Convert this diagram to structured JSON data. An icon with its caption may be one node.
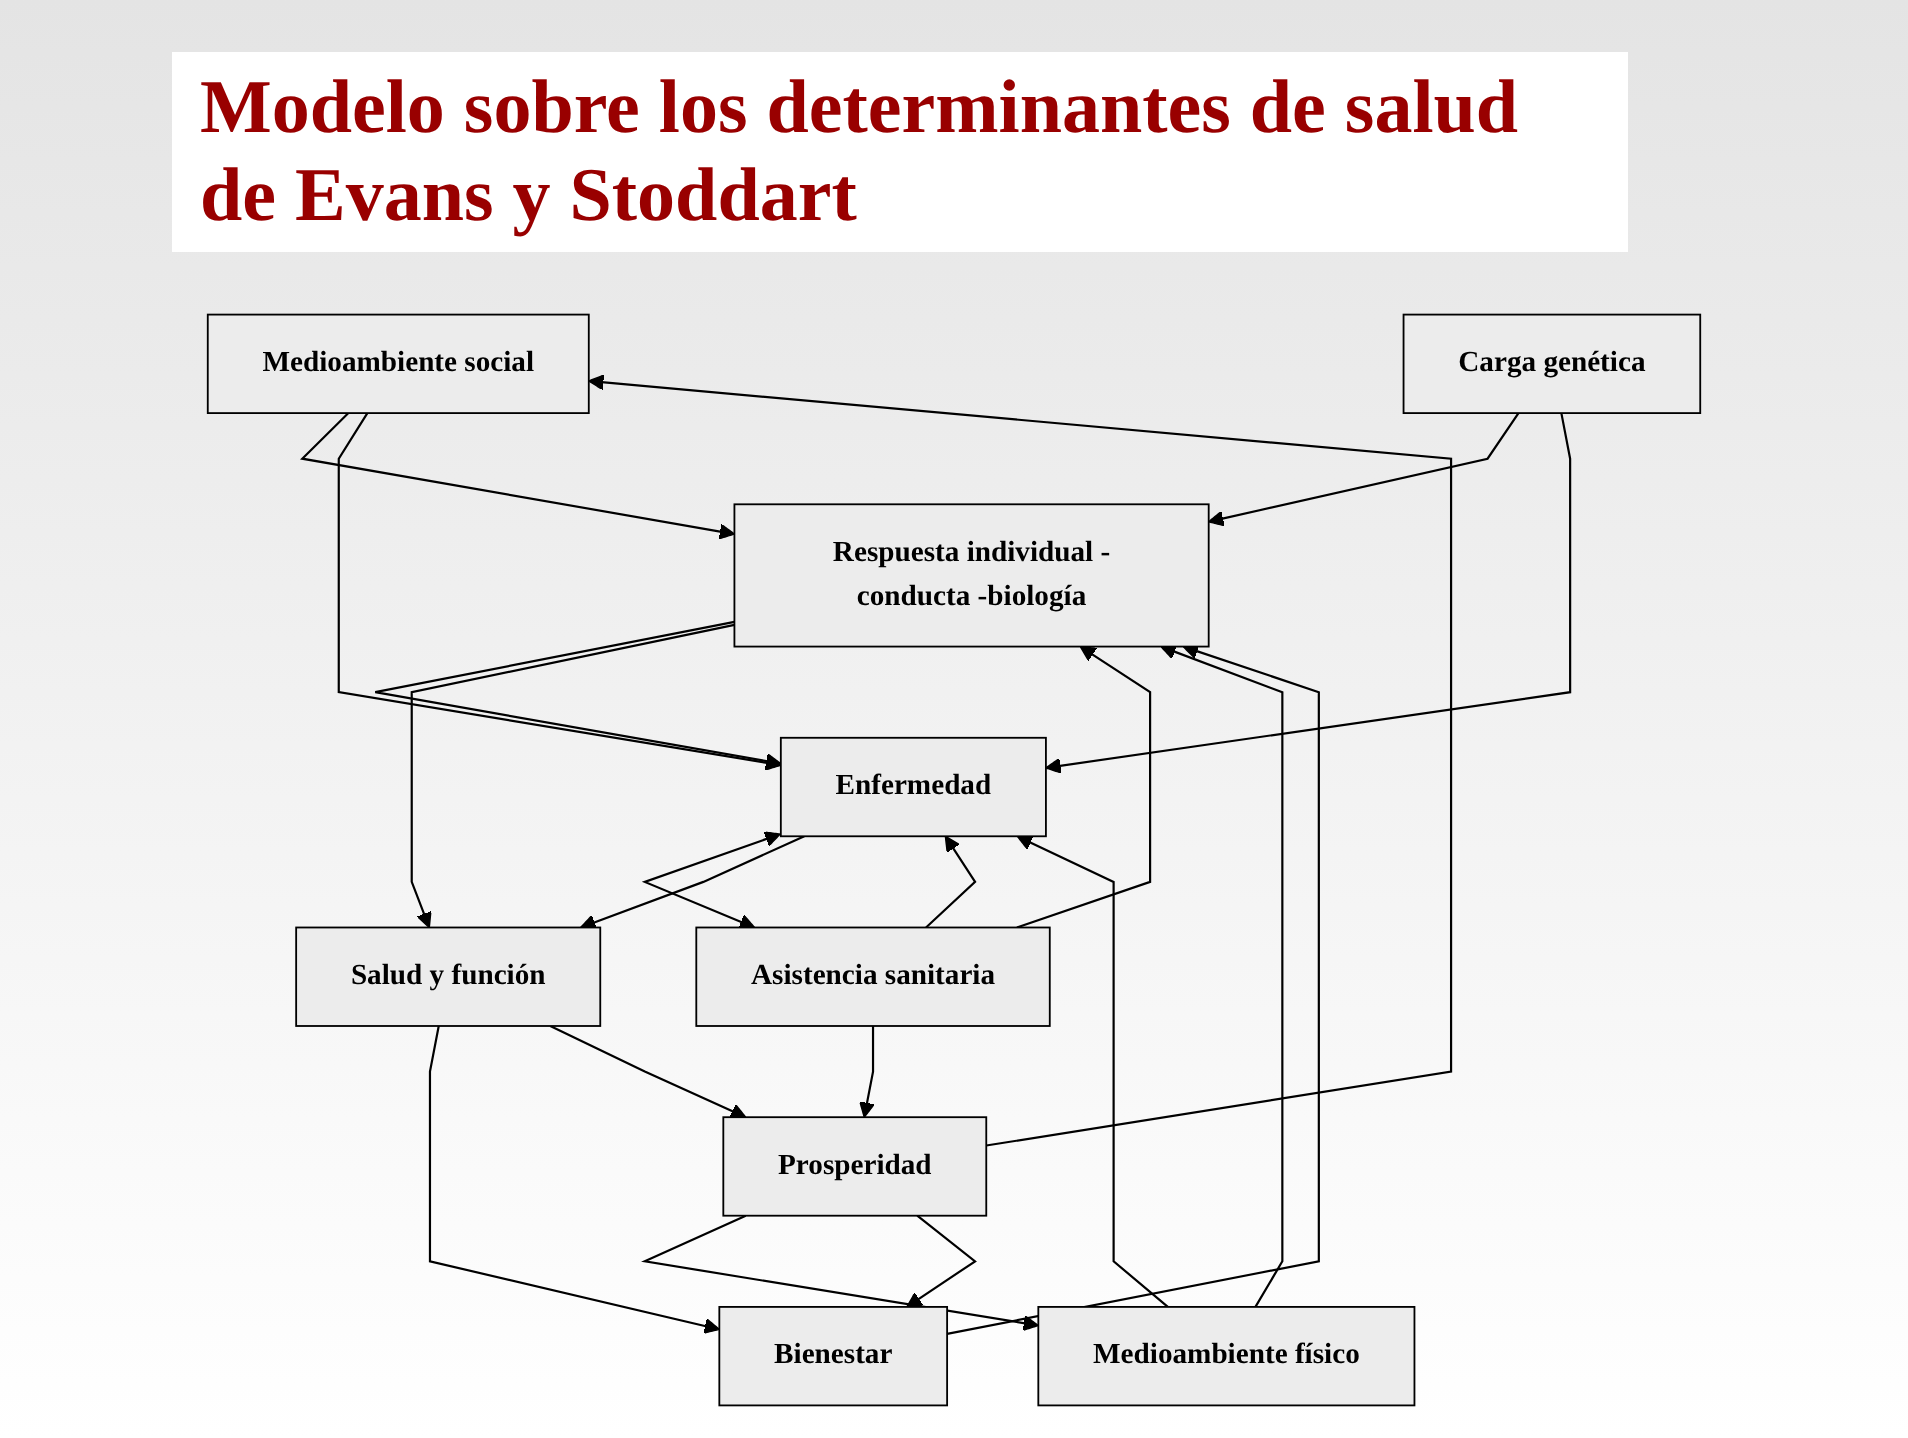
{
  "diagram": {
    "title": "Modelo sobre los determinantes de salud de Evans y Stoddart",
    "nodes": [
      {
        "text": [
          "Medioambiente social"
        ]
      },
      {
        "text": [
          "Medioambiente físico"
        ]
      },
      {
        "text": [
          "Carga genética"
        ]
      },
      {
        "text": [
          "Respuesta individual -conducta -biología"
        ]
      },
      {
        "text": [
          "Salud y función"
        ]
      },
      {
        "text": [
          "Enfermedad"
        ]
      },
      {
        "text": [
          "Asistencia sanitaria"
        ]
      },
      {
        "text": [
          "Bienestar"
        ]
      },
      {
        "text": [
          "Prosperidad"
        ]
      }
    ],
    "edges": [
      {
        "from": 8,
        "to": 0,
        "arrow": "to"
      },
      {
        "from": 8,
        "to": 1,
        "arrow": "to"
      },
      {
        "from": 0,
        "to": 3,
        "arrow": "to"
      },
      {
        "from": 1,
        "to": 3,
        "arrow": "to"
      },
      {
        "from": 2,
        "to": 3,
        "arrow": "to"
      },
      {
        "from": 6,
        "to": 3,
        "arrow": "to"
      },
      {
        "from": 0,
        "to": 5,
        "arrow": "to"
      },
      {
        "from": 1,
        "to": 5,
        "arrow": "to"
      },
      {
        "from": 2,
        "to": 5,
        "arrow": "to"
      },
      {
        "from": 6,
        "to": 5,
        "arrow": "to"
      },
      {
        "from": 3,
        "to": 5,
        "arrow": "to"
      },
      {
        "from": 5,
        "to": 6,
        "arrow": "both"
      },
      {
        "from": 3,
        "to": 4,
        "arrow": "to"
      },
      {
        "from": 5,
        "to": 4,
        "arrow": "to"
      },
      {
        "from": 4,
        "to": 7,
        "arrow": "to"
      },
      {
        "from": 4,
        "to": 8,
        "arrow": "to"
      },
      {
        "from": 6,
        "to": 8,
        "arrow": "to"
      },
      {
        "from": 8,
        "to": 7,
        "arrow": "to"
      },
      {
        "from": 7,
        "to": 3,
        "arrow": "to"
      }
    ]
  }
}
